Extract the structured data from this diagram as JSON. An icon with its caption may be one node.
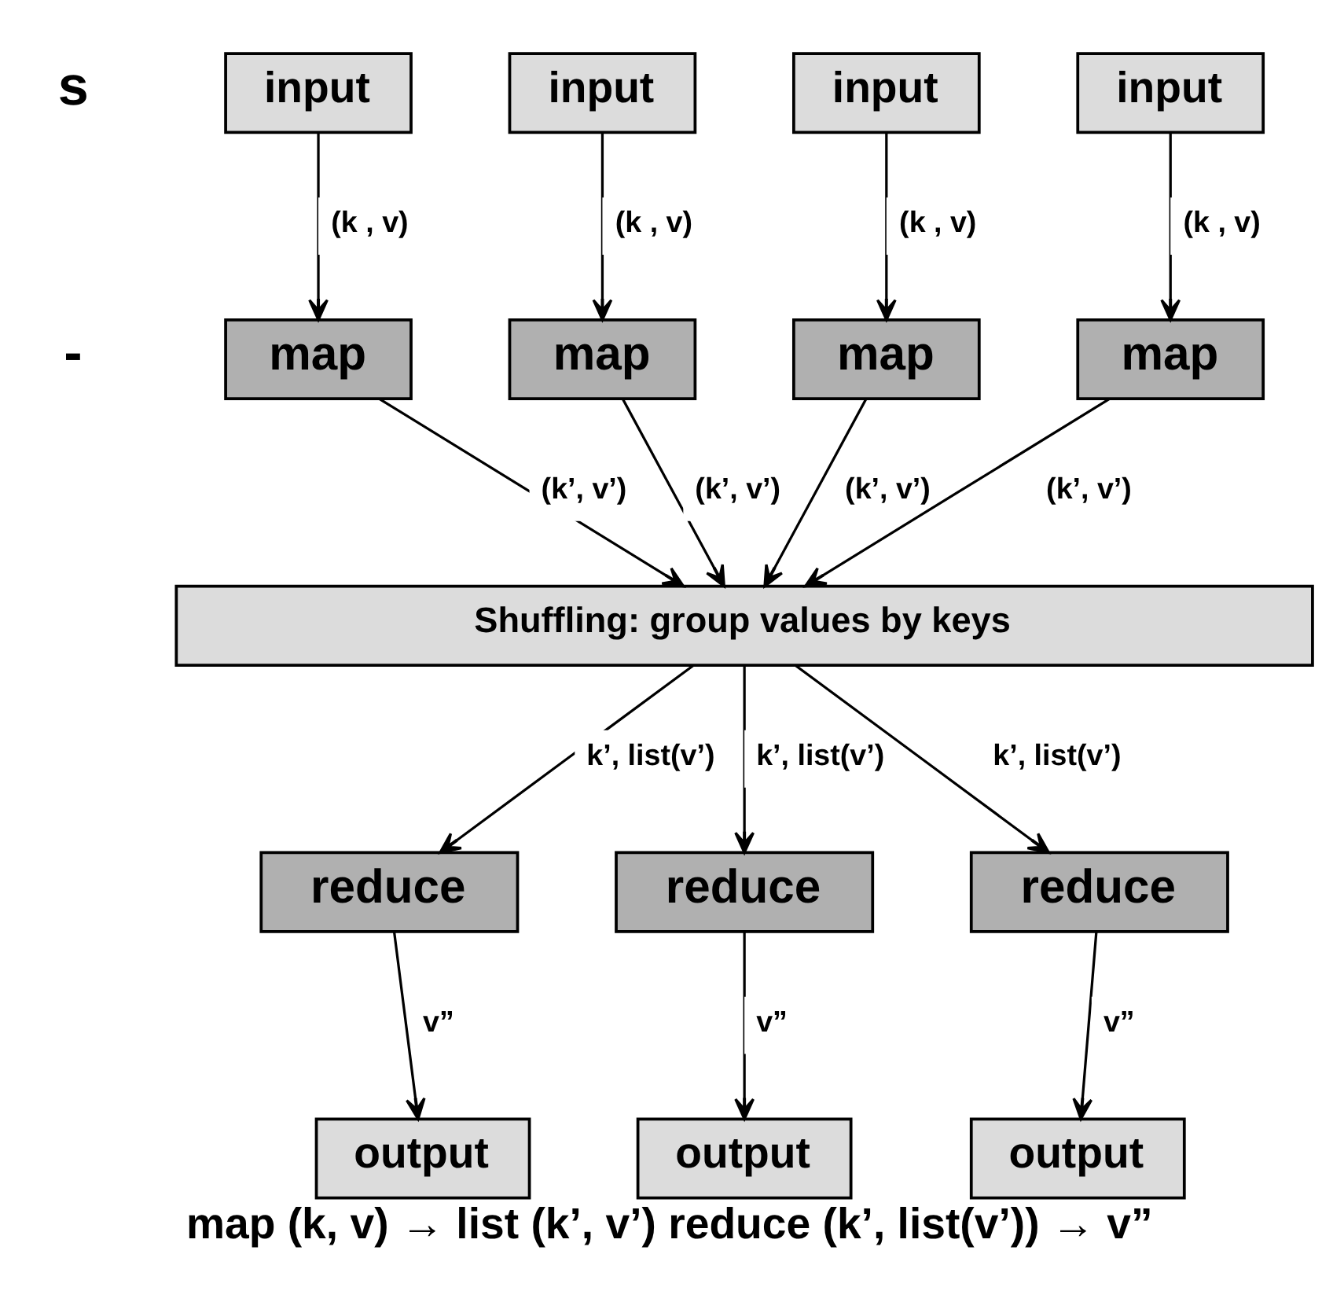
{
  "diagram": {
    "caption": "map (k, v) → list (k’, v’) reduce (k’, list(v’)) → v”",
    "nodes": [
      {
        "text": [
          "input"
        ]
      },
      {
        "text": [
          "input"
        ]
      },
      {
        "text": [
          "input"
        ]
      },
      {
        "text": [
          "input"
        ]
      },
      {
        "text": [
          "map"
        ]
      },
      {
        "text": [
          "map"
        ]
      },
      {
        "text": [
          "map"
        ]
      },
      {
        "text": [
          "map"
        ]
      },
      {
        "text": [
          "Shuffling: group values by keys"
        ]
      },
      {
        "text": [
          "reduce"
        ]
      },
      {
        "text": [
          "reduce"
        ]
      },
      {
        "text": [
          "reduce"
        ]
      },
      {
        "text": [
          "output"
        ]
      },
      {
        "text": [
          "output"
        ]
      },
      {
        "text": [
          "output"
        ]
      }
    ],
    "edges": [
      {
        "from": 0,
        "to": 4,
        "arrow": "to",
        "label": "(k , v)"
      },
      {
        "from": 1,
        "to": 5,
        "arrow": "to",
        "label": "(k , v)"
      },
      {
        "from": 2,
        "to": 6,
        "arrow": "to",
        "label": "(k , v)"
      },
      {
        "from": 3,
        "to": 7,
        "arrow": "to",
        "label": "(k , v)"
      },
      {
        "from": 4,
        "to": 8,
        "arrow": "to",
        "label": "(k’, v’)"
      },
      {
        "from": 5,
        "to": 8,
        "arrow": "to",
        "label": "(k’, v’)"
      },
      {
        "from": 6,
        "to": 8,
        "arrow": "to",
        "label": "(k’, v’)"
      },
      {
        "from": 7,
        "to": 8,
        "arrow": "to",
        "label": "(k’, v’)"
      },
      {
        "from": 8,
        "to": 9,
        "arrow": "to",
        "label": "k’, list(v’)"
      },
      {
        "from": 8,
        "to": 10,
        "arrow": "to",
        "label": "k’, list(v’)"
      },
      {
        "from": 8,
        "to": 11,
        "arrow": "to",
        "label": "k’, list(v’)"
      },
      {
        "from": 9,
        "to": 12,
        "arrow": "to",
        "label": "v”"
      },
      {
        "from": 10,
        "to": 13,
        "arrow": "to",
        "label": "v”"
      },
      {
        "from": 11,
        "to": 14,
        "arrow": "to",
        "label": "v”"
      }
    ],
    "labels": [
      "s",
      "-"
    ]
  }
}
